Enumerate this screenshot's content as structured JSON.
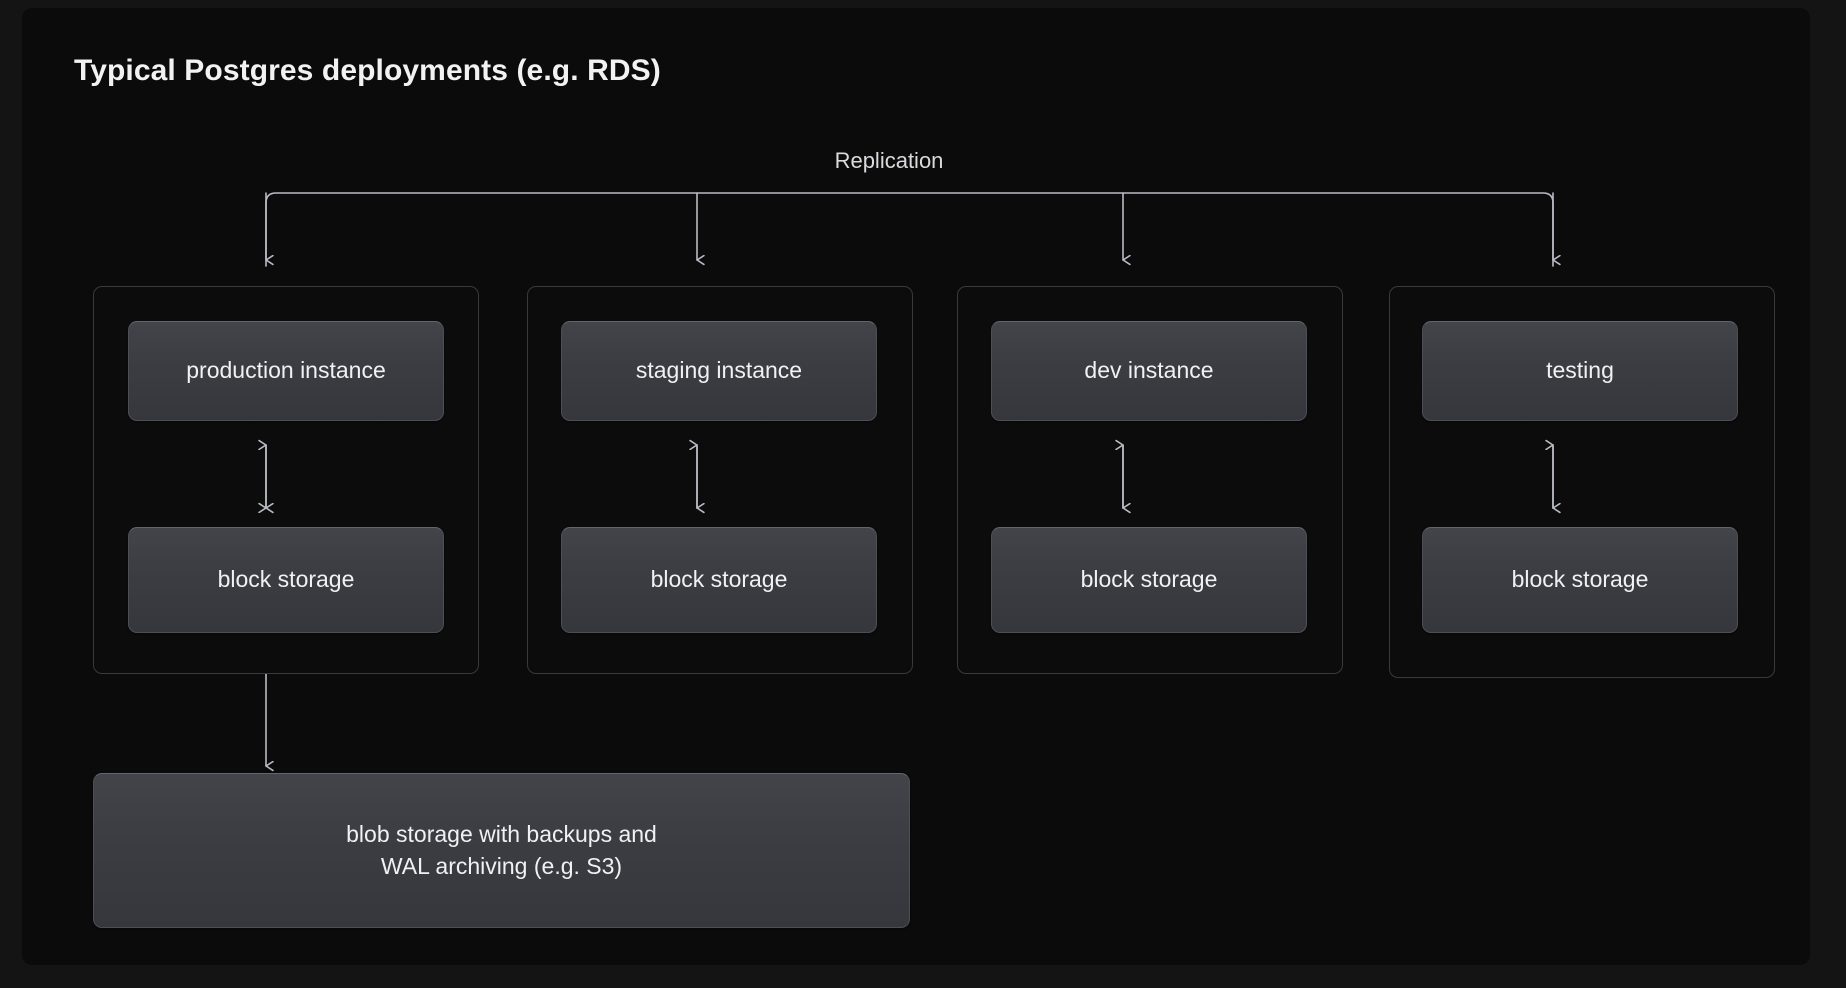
{
  "title": "Typical Postgres deployments (e.g. RDS)",
  "replication_label": "Replication",
  "groups": [
    {
      "id": "production",
      "instance": "production instance",
      "storage": "block storage"
    },
    {
      "id": "staging",
      "instance": "staging instance",
      "storage": "block storage"
    },
    {
      "id": "dev",
      "instance": "dev instance",
      "storage": "block storage"
    },
    {
      "id": "testing",
      "instance": "testing",
      "storage": "block storage"
    }
  ],
  "blob_storage": {
    "line1": "blob storage with backups and",
    "line2": "WAL archiving (e.g. S3)"
  },
  "colors": {
    "page_background": "#141414",
    "panel_background": "#0b0b0b",
    "node_fill": "#3b3d43",
    "node_border": "#4d4f56",
    "group_border": "#39393b",
    "connector": "#b9bcc3",
    "title_text": "#f2f2f3",
    "node_text": "#f0f1f3",
    "label_text": "#d9dade"
  },
  "icons": {
    "replication_bus": "bus-connector-icon",
    "down_arrow": "arrow-down-icon",
    "bidirectional_arrow": "arrow-up-down-icon"
  }
}
